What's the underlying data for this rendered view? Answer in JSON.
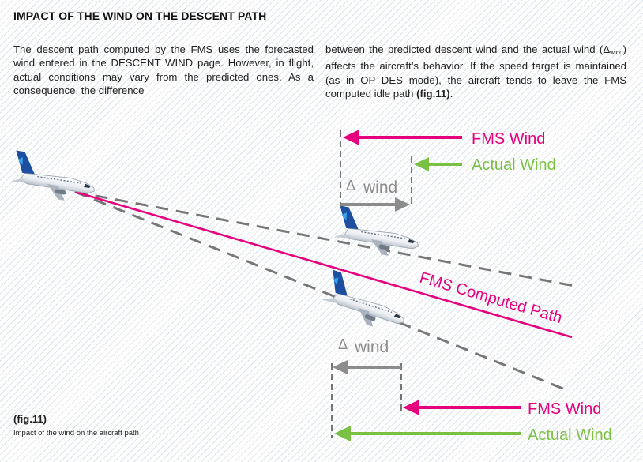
{
  "header": {
    "title": "IMPACT OF THE WIND ON THE DESCENT PATH"
  },
  "text": {
    "col1": "The descent path computed by the FMS uses the forecasted wind entered in the DESCENT WIND page. However, in flight, actual conditions may vary from the predicted ones. As a consequence, the difference",
    "col2_part1": "between the predicted descent wind and the actual wind (Δ",
    "col2_sub": "wind",
    "col2_part2": ") affects the aircraft’s behavior. If the speed target is maintained (as in OP DES mode), the aircraft tends to leave the FMS computed idle path ",
    "col2_bold": "(fig.11)",
    "col2_end": "."
  },
  "figure": {
    "ref": "(fig.11)",
    "caption": "Impact of the wind on the aircraft path",
    "path_label": "FMS Computed Path",
    "top": {
      "fms_wind": "FMS Wind",
      "actual_wind": "Actual Wind",
      "delta_symbol": "Δ",
      "delta_text": "wind"
    },
    "bottom": {
      "fms_wind": "FMS Wind",
      "actual_wind": "Actual Wind",
      "delta_symbol": "Δ",
      "delta_text": "wind"
    }
  },
  "colors": {
    "fms": "#e5007e",
    "actual": "#7ac143",
    "delta": "#8c8c8c",
    "dash": "#777777"
  }
}
